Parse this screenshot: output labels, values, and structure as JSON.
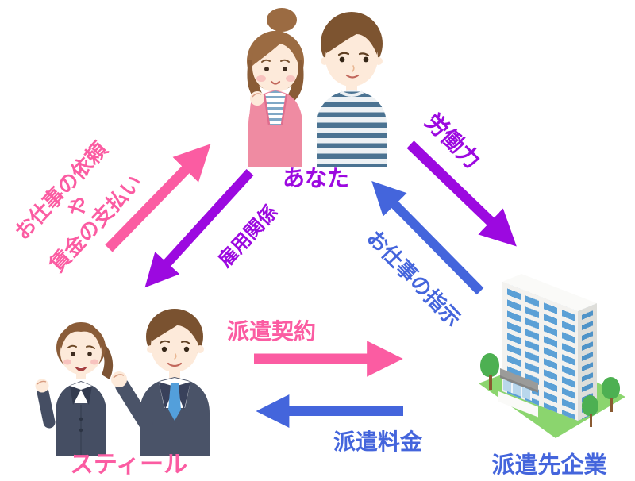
{
  "nodes": {
    "worker": {
      "label": "あなた"
    },
    "agency": {
      "label": "スティール"
    },
    "client": {
      "label": "派遣先企業"
    }
  },
  "arrows": {
    "request_payment": {
      "lines": [
        "お仕事の依頼",
        "や",
        "賃金の支払い"
      ],
      "from": "agency",
      "to": "worker"
    },
    "employment": {
      "label": "雇用関係",
      "from": "worker",
      "to": "agency"
    },
    "labor": {
      "label": "労働力",
      "from": "worker",
      "to": "client"
    },
    "instructions": {
      "label": "お仕事の指示",
      "from": "client",
      "to": "worker"
    },
    "contract": {
      "label": "派遣契約",
      "from": "agency",
      "to": "client"
    },
    "fee": {
      "label": "派遣料金",
      "from": "client",
      "to": "agency"
    }
  },
  "colors": {
    "pink": "#fb5ca2",
    "purple": "#9c09e0",
    "blue": "#4465dc"
  },
  "illustrations": {
    "worker": "young-couple",
    "agency": "two-business-staff",
    "client": "office-building"
  }
}
